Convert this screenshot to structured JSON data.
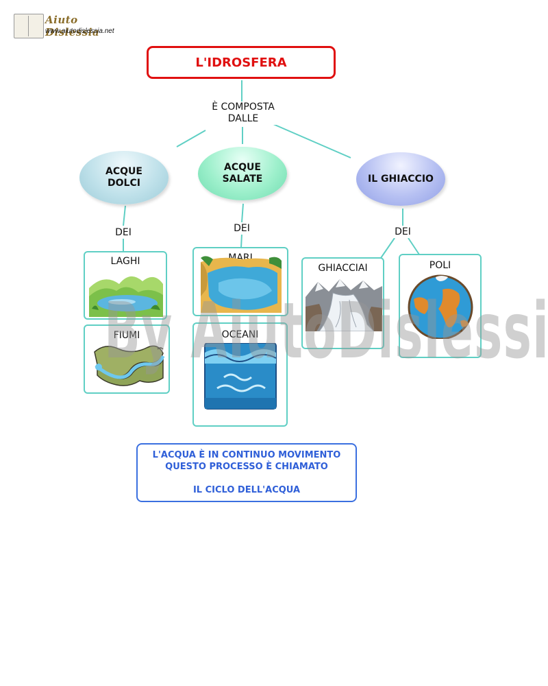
{
  "logo": {
    "title": "Aiuto Dislessia",
    "url": "www.aiutodislessia.net"
  },
  "title": "L'IDROSFERA",
  "composition_label": [
    "È COMPOSTA",
    "DALLE"
  ],
  "categories": [
    {
      "id": "dolci",
      "lines": [
        "ACQUE",
        "DOLCI"
      ],
      "color": "#bfe1ea"
    },
    {
      "id": "salate",
      "lines": [
        "ACQUE",
        "SALATE"
      ],
      "color": "#9ef0cc"
    },
    {
      "id": "ghiaccio",
      "lines": [
        "IL GHIACCIO"
      ],
      "color": "#b6c0f2"
    }
  ],
  "connector_word": "DEI",
  "examples": {
    "laghi": "LAGHI",
    "fiumi": "FIUMI",
    "mari": "MARI",
    "oceani": "OCEANI",
    "ghiacciai": "GHIACCIAI",
    "poli": "POLI"
  },
  "cycle": {
    "line1": "L'ACQUA È IN CONTINUO MOVIMENTO",
    "line2": "QUESTO PROCESSO È CHIAMATO",
    "line3": "IL CICLO DELL'ACQUA"
  },
  "watermark": "By AiutoDislessia.net",
  "colors": {
    "title_red": "#e01010",
    "connector_teal": "#5fcfc4",
    "cycle_blue": "#3a6fe0"
  }
}
